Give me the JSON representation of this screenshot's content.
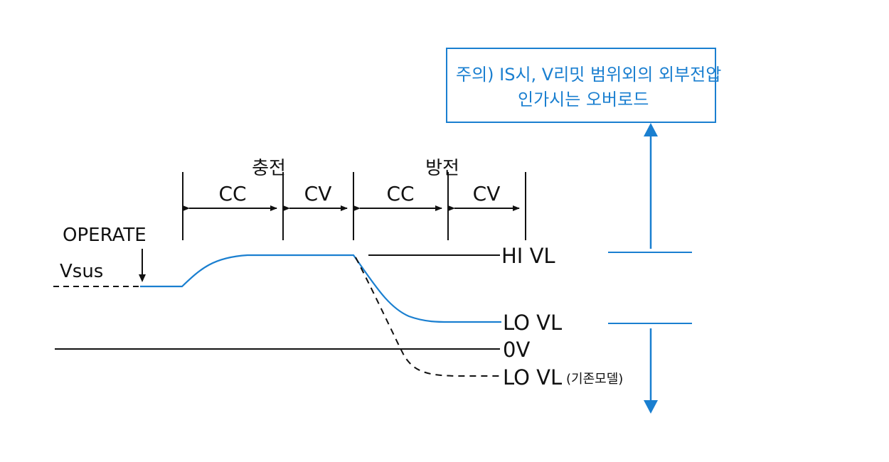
{
  "colors": {
    "accent": "#1a7fd0",
    "line": "#111111",
    "background": "#ffffff"
  },
  "notice": {
    "line1": "주의) IS시, V리밋 범위외의 외부전압",
    "line2": "인가시는 오버로드"
  },
  "phases": {
    "charge": "충전",
    "discharge": "방전",
    "charge_cc": "CC",
    "charge_cv": "CV",
    "discharge_cc": "CC",
    "discharge_cv": "CV"
  },
  "markers": {
    "operate": "OPERATE",
    "vsus": "Vsus"
  },
  "levels": {
    "hi_vl": "HI VL",
    "lo_vl": "LO VL",
    "zero_v": "0V",
    "lo_vl_old": "LO VL",
    "lo_vl_old_note": "(기존모델)"
  }
}
